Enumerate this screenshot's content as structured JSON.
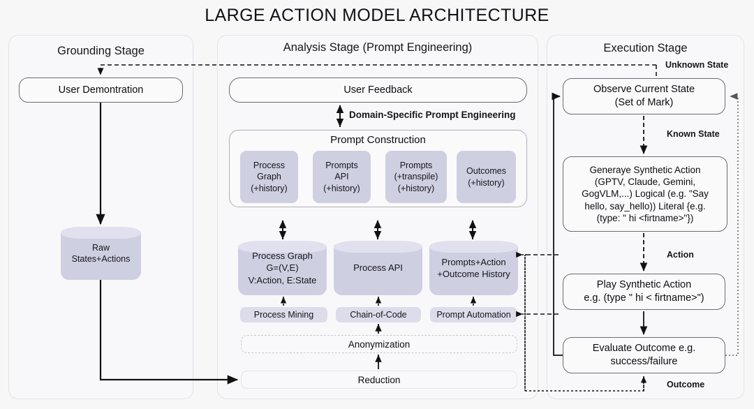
{
  "title": "LARGE ACTION MODEL ARCHITECTURE",
  "stages": {
    "grounding": {
      "title": "Grounding Stage",
      "user_demo": "User Demontration",
      "raw_store": "Raw\nStates+Actions"
    },
    "analysis": {
      "title": "Analysis Stage (Prompt Engineering)",
      "user_feedback": "User Feedback",
      "domain_specific_label": "Domain-Specific Prompt Engineering",
      "prompt_construction": {
        "title": "Prompt Construction",
        "items": [
          "Process\nGraph\n(+history)",
          "Prompts\nAPI\n(+history)",
          "Prompts\n(+transpile)\n(+history)",
          "Outcomes\n(+history)"
        ]
      },
      "stores": [
        "Process Graph\nG=(V,E)\nV:Action, E:State",
        "Process API",
        "Prompts+Action\n+Outcome History"
      ],
      "methods": [
        "Process Mining",
        "Chain-of-Code",
        "Prompt Automation"
      ],
      "anonymization": "Anonymization",
      "reduction": "Reduction"
    },
    "execution": {
      "title": "Execution Stage",
      "nodes": [
        "Observe Current State\n(Set of Mark)",
        "Generaye Synthetic Action\n(GPTV, Claude, Gemini,\nGogVLM,...) Logical (e.g. \"Say\nhello, say_hello)) Literal {e.g.\n(type: \" hi <firtname>\"})",
        "Play Synthetic Action\ne.g. (type \" hi < firtname>\")",
        "Evaluate Outcome e.g.\nsuccess/failure"
      ],
      "edge_labels": {
        "unknown_state": "Unknown State",
        "known_state": "Known State",
        "action": "Action",
        "outcome": "Outcome"
      }
    }
  },
  "colors": {
    "lavender": "#cfcfe2",
    "lavender_light": "#dcdcea",
    "panel_bg": "#f8f8fa",
    "page_bg": "#f7f7f8",
    "node_border": "#6b6b75",
    "ink": "#0d0d11"
  }
}
